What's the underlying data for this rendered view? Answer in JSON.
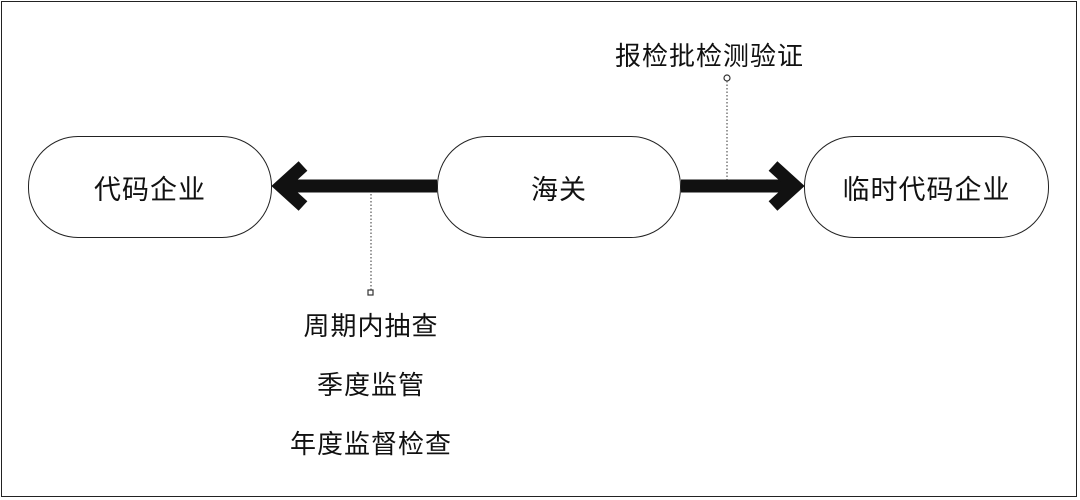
{
  "nodes": {
    "left": "代码企业",
    "center": "海关",
    "right": "临时代码企业"
  },
  "annotations": {
    "right_arrow_label": "报检批检测验证",
    "left_arrow_items": [
      "周期内抽查",
      "季度监管",
      "年度监督检查"
    ]
  },
  "colors": {
    "line": "#111111",
    "node_border": "#222222",
    "background": "#ffffff"
  }
}
